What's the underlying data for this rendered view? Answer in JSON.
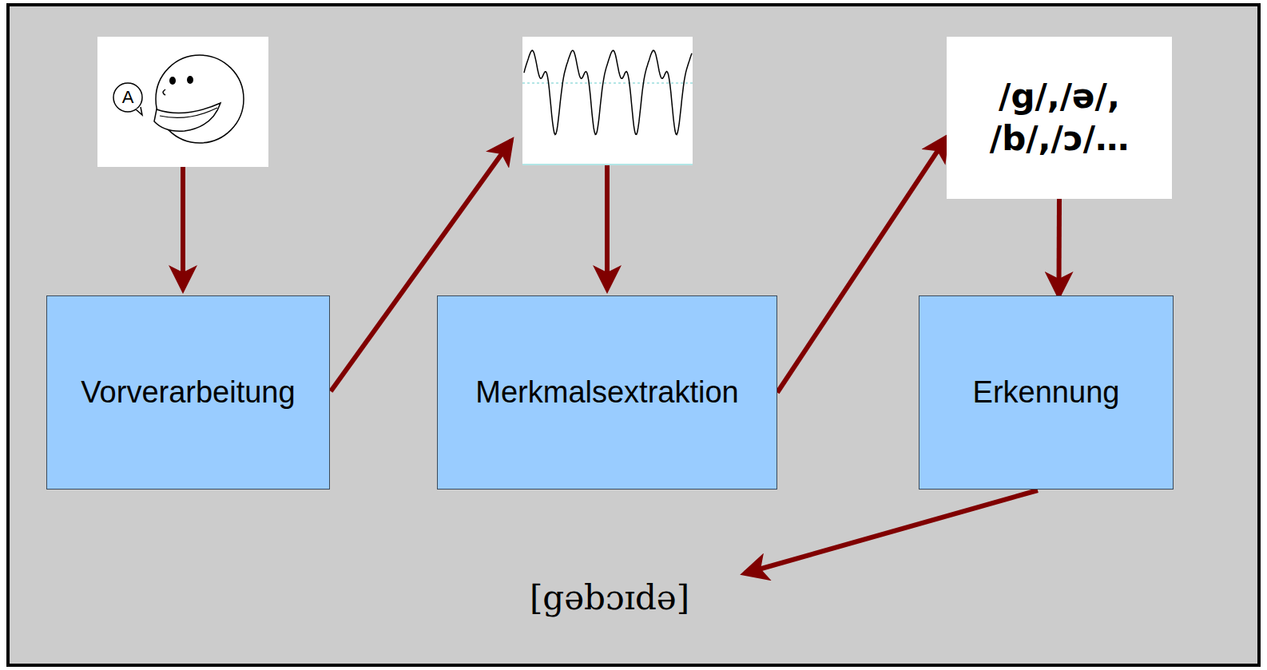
{
  "diagram": {
    "nodes": [
      {
        "text": [
          "Vorverarbeitung"
        ]
      },
      {
        "text": [
          "Merkmalsextraktion"
        ]
      },
      {
        "text": [
          "/g/,/ə/, /b/,/ɔ/…"
        ]
      },
      {
        "text": [
          "Erkennung"
        ]
      }
    ],
    "edges": [
      {
        "from": 1,
        "to": 2,
        "arrow": "to"
      },
      {
        "from": 2,
        "to": 3,
        "arrow": "to"
      }
    ],
    "labels": [
      "A",
      "[gəbɔɪdə]"
    ]
  }
}
